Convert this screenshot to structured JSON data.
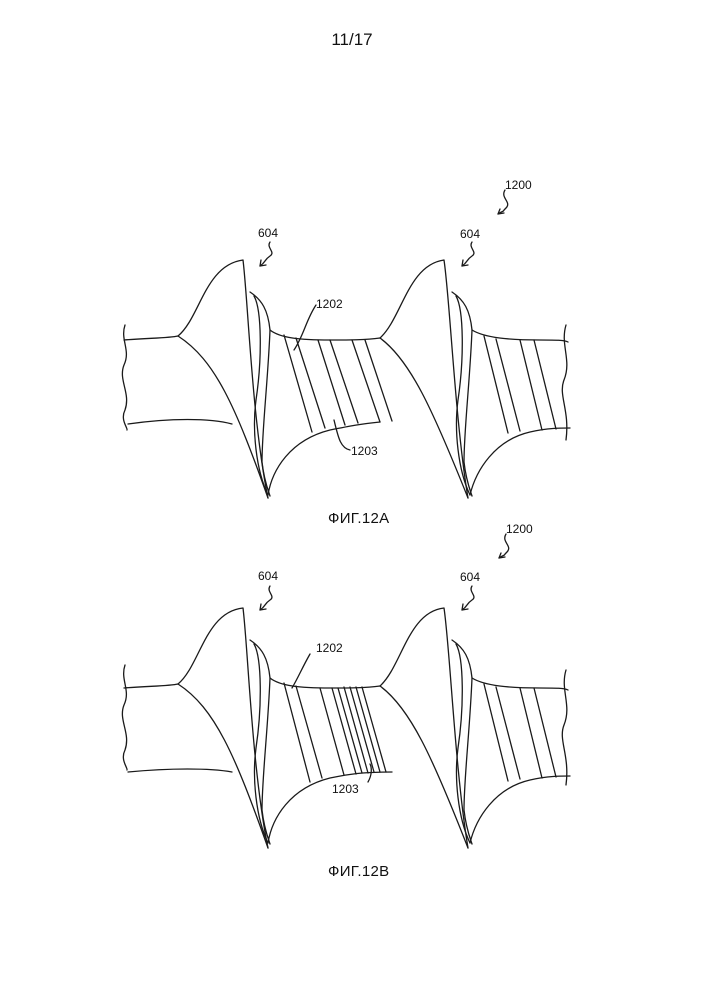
{
  "page_number": "11/17",
  "figures": [
    {
      "caption": "ФИГ.12A",
      "refs": {
        "assembly": "1200",
        "element_left": "604",
        "element_right": "604",
        "thread": "1202",
        "groove": "1203"
      }
    },
    {
      "caption": "ФИГ.12B",
      "refs": {
        "assembly": "1200",
        "element_left": "604",
        "element_right": "604",
        "thread": "1202",
        "groove": "1203"
      }
    }
  ]
}
